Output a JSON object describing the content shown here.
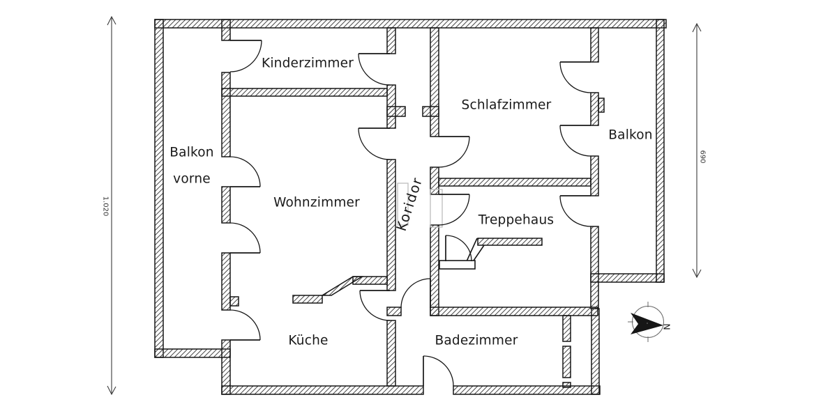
{
  "floorplan": {
    "rooms": [
      {
        "id": "balkon-vorne",
        "label_line1": "Balkon",
        "label_line2": "vorne"
      },
      {
        "id": "kinderzimmer",
        "label": "Kinderzimmer"
      },
      {
        "id": "wohnzimmer",
        "label": "Wohnzimmer"
      },
      {
        "id": "kueche",
        "label": "Küche"
      },
      {
        "id": "koridor",
        "label": "Koridor"
      },
      {
        "id": "schlafzimmer",
        "label": "Schlafzimmer"
      },
      {
        "id": "treppehaus",
        "label": "Treppehaus"
      },
      {
        "id": "badezimmer",
        "label": "Badezimmer"
      },
      {
        "id": "balkon",
        "label": "Balkon"
      }
    ],
    "dimensions": {
      "left_value": "1.020",
      "right_value": "690"
    },
    "compass": {
      "north_label": "N"
    },
    "colors": {
      "line": "#161616",
      "hatch": "#4a4a4a",
      "dimension_line": "#3a3a3a",
      "door_jamb_gray": "#bdbdbd",
      "background": "#ffffff"
    }
  }
}
